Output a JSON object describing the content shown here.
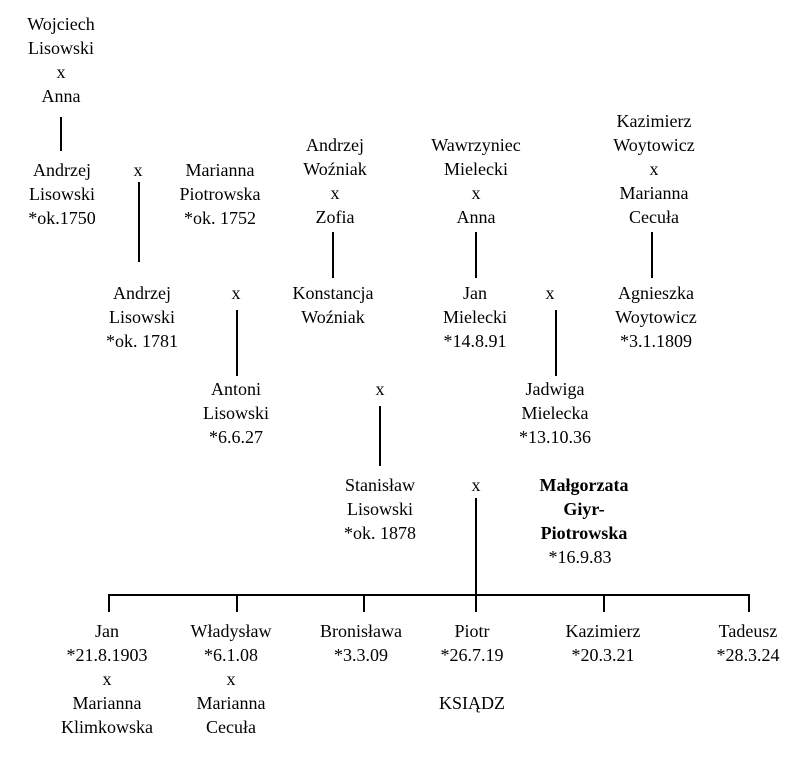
{
  "wojciech_anna": [
    "Wojciech",
    "Lisowski",
    "x",
    "Anna"
  ],
  "andrzej_sr": [
    "Andrzej",
    "Lisowski",
    "*ok.1750"
  ],
  "x_andrzej_marianna": "x",
  "marianna_piotrowska": [
    "Marianna",
    "Piotrowska",
    "*ok. 1752"
  ],
  "andrzej_wozniak_zofia": [
    "Andrzej",
    "Woźniak",
    "x",
    "Zofia"
  ],
  "wawrzyniec_anna": [
    "Wawrzyniec",
    "Mielecki",
    "x",
    "Anna"
  ],
  "kazimierz_marianna": [
    "Kazimierz",
    "Woytowicz",
    "x",
    "Marianna",
    "Cecuła"
  ],
  "andrzej_jr": [
    "Andrzej",
    "Lisowski",
    "*ok. 1781"
  ],
  "x_andrzej_konstancja": "x",
  "konstancja": [
    "Konstancja",
    "Woźniak"
  ],
  "jan_mielecki": [
    "Jan",
    "Mielecki",
    "*14.8.91"
  ],
  "x_jan_agnieszka": "x",
  "agnieszka": [
    "Agnieszka",
    "Woytowicz",
    "*3.1.1809"
  ],
  "antoni": [
    "Antoni",
    "Lisowski",
    "*6.6.27"
  ],
  "x_antoni_jadwiga": "x",
  "jadwiga": [
    "Jadwiga",
    "Mielecka",
    "*13.10.36"
  ],
  "stanislaw": [
    "Stanisław",
    "Lisowski",
    "*ok. 1878"
  ],
  "x_stanislaw_malgorzata": "x",
  "malgorzata_name": [
    "Małgorzata",
    "Giyr-",
    "Piotrowska"
  ],
  "malgorzata_birth": "*16.9.83",
  "children": {
    "jan": [
      "Jan",
      "*21.8.1903",
      "x",
      "Marianna",
      "Klimkowska"
    ],
    "wladyslaw": [
      "Władysław",
      "*6.1.08",
      "x",
      "Marianna",
      "Cecuła"
    ],
    "bronislawa": [
      "Bronisława",
      "*3.3.09"
    ],
    "piotr": [
      "Piotr",
      "*26.7.19"
    ],
    "piotr_note": "KSIĄDZ",
    "kazimierz": [
      "Kazimierz",
      "*20.3.21"
    ],
    "tadeusz": [
      "Tadeusz",
      "*28.3.24"
    ]
  }
}
